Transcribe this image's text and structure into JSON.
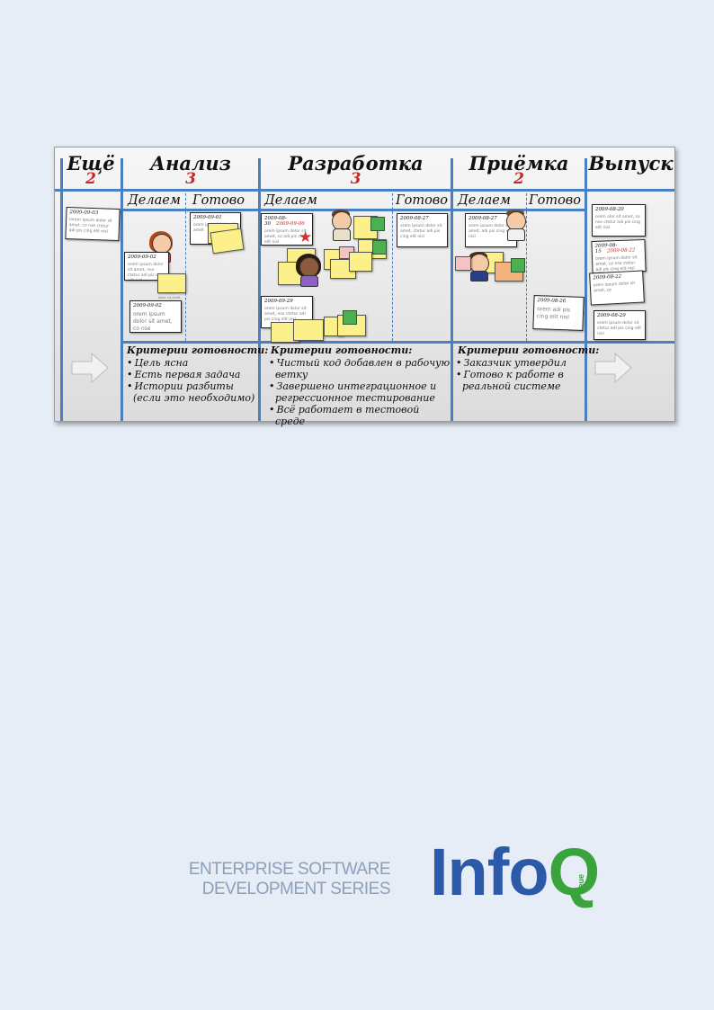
{
  "board": {
    "columns": [
      {
        "title": "Ещё",
        "wip": "2"
      },
      {
        "title": "Анализ",
        "wip": "3"
      },
      {
        "title": "Разработка",
        "wip": "3"
      },
      {
        "title": "Приёмка",
        "wip": "2"
      },
      {
        "title": "Выпуск",
        "wip": ""
      }
    ],
    "sub": {
      "doing": "Делаем",
      "done": "Готово"
    },
    "cards": {
      "more1": {
        "date": "2009-09-03",
        "text": "lorem ipsum dolor sit amet, co nse ctetur adi pis cing elit nisl"
      },
      "analysis_doing1": {
        "date": "2009-09-02",
        "text": "orem ipsum dolor sit amet, nse ctetur adi pis cing elit nisl"
      },
      "analysis_doing2": {
        "date": "2009-09-02",
        "text": "orem ipsum dolo! sit amet, co nse"
      },
      "analysis_done1": {
        "date": "2009-09-01",
        "text": "orem ipsum dolor sit amet"
      },
      "dev_doing1": {
        "date": "2009-08-30",
        "date2": "2009-09-06",
        "text": "orem ipsum dolor sit amet, co adi pis cing elit nisl"
      },
      "dev_doing2": {
        "date": "2009-09-29",
        "text": "orem ipsum dolor sit amet, nse ctetur adi pis cing elit nisl"
      },
      "dev_done1": {
        "date": "2009-08-27",
        "text": "orem ipsum dolor sit amet, ctetur adi pis cing elit nisl"
      },
      "accept_doing1": {
        "date": "2009-08-27",
        "text": "orem ipsum dolor sit amet, adi pis cing elit nisl"
      },
      "accept_done1": {
        "date": "2009-08-26",
        "text": "orem adi pis cing elit nisl"
      },
      "release1": {
        "date": "2009-08-20",
        "text": "orem olor sit amet, co nse ctetur adi pis cing elit nisl"
      },
      "release2": {
        "date": "2009-08-15",
        "date2": "2009-08-22",
        "text": "orem ipsum dolor sit amet, co nse ctetur adi pis cing elit nisl"
      },
      "release3": {
        "date": "2009-08-22",
        "text": "orem ipsum dolor sit amet, co"
      },
      "release4": {
        "date": "2009-08-29",
        "text": "orem ipsum dolor sit ctetur adi pis cing elit nisl"
      }
    },
    "sticky_text": "orem ipsum dolor sit amet, co nse ctetur",
    "criteria": {
      "title": "Критерии готовности:",
      "analysis": [
        "Цель ясна",
        "Есть первая задача",
        "Истории разбиты (если это необходимо)"
      ],
      "dev": [
        "Чистый код добавлен в рабочую ветку",
        "Завершено интеграционное и регрессионное тестирование",
        "Всё работает в тестовой среде"
      ],
      "acceptance": [
        "Заказчик утвердил",
        "Готово к работе в реальной системе"
      ]
    }
  },
  "footer": {
    "series_line1": "ENTERPRISE SOFTWARE",
    "series_line2": "DEVELOPMENT SERIES",
    "logo_info": "Info",
    "logo_q": "Q",
    "logo_queue": "ueue"
  },
  "colors": {
    "page_bg": "#e6edf6",
    "board_line": "#4a7fc1",
    "wip_red": "#c62828",
    "infoq_blue": "#2a5aa8",
    "infoq_green": "#39a33c"
  }
}
